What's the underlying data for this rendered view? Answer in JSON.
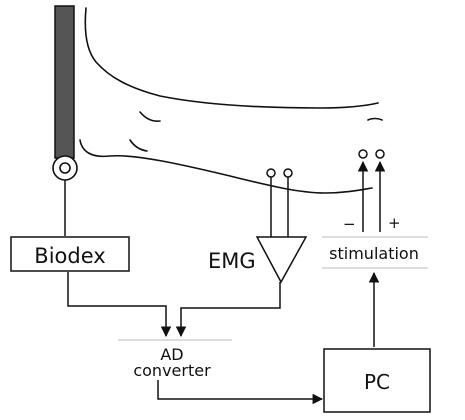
{
  "labels": {
    "biodex": "Biodex",
    "emg": "EMG",
    "stimulation": "stimulation",
    "stim_minus": "−",
    "stim_plus": "+",
    "ad_line1": "AD",
    "ad_line2": "converter",
    "pc": "PC"
  },
  "colors": {
    "line": "#111111",
    "lever_arm": "#555555",
    "box_fill": "#ffffff"
  }
}
